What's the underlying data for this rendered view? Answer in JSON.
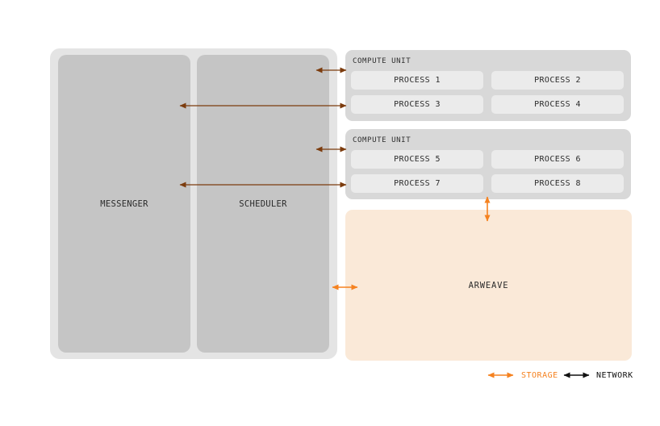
{
  "diagram": {
    "left_panel": {
      "messenger_label": "MESSENGER",
      "scheduler_label": "SCHEDULER"
    },
    "compute_units": [
      {
        "label": "COMPUTE UNIT",
        "processes": [
          "PROCESS 1",
          "PROCESS 2",
          "PROCESS 3",
          "PROCESS 4"
        ]
      },
      {
        "label": "COMPUTE UNIT",
        "processes": [
          "PROCESS 5",
          "PROCESS 6",
          "PROCESS 7",
          "PROCESS 8"
        ]
      }
    ],
    "arweave_label": "ARWEAVE",
    "legend": {
      "storage_label": "STORAGE",
      "network_label": "NETWORK"
    },
    "colors": {
      "storage_accent": "#f58220",
      "network_line": "#7c3c0e",
      "legend_network_line": "#111111",
      "arweave_bg": "#fae9d8",
      "outer_panel_bg": "#e4e4e4",
      "inner_box_bg": "#c5c5c5",
      "unit_bg": "#d8d8d8",
      "process_bg": "#ebebeb"
    }
  }
}
